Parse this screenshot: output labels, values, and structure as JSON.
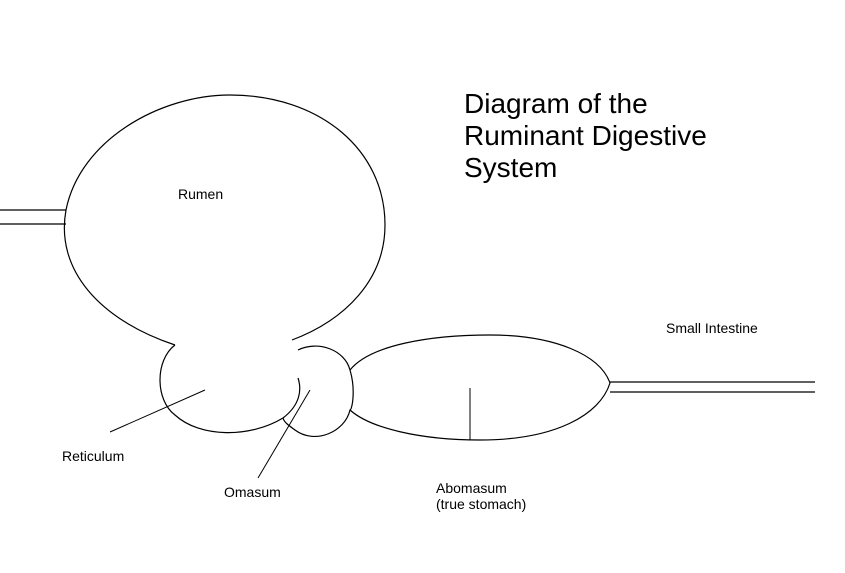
{
  "title": {
    "line1": "Diagram of the",
    "line2": "Ruminant Digestive",
    "line3": "System"
  },
  "labels": {
    "rumen": "Rumen",
    "small_intestine": "Small Intestine",
    "reticulum": "Reticulum",
    "omasum": "Omasum",
    "abomasum_line1": "Abomasum",
    "abomasum_line2": "(true stomach)"
  },
  "colors": {
    "stroke": "#000000",
    "background": "#ffffff"
  }
}
